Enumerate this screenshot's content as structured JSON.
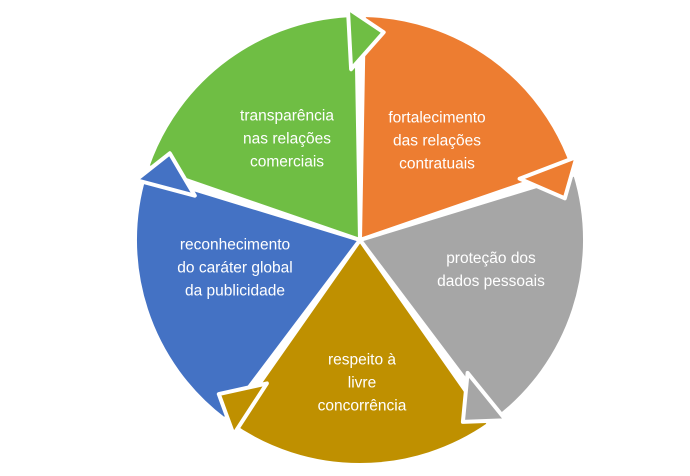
{
  "diagram": {
    "type": "segmented-cycle",
    "direction": "clockwise",
    "background_color": "#ffffff",
    "label_text_color": "#ffffff",
    "segments": [
      {
        "id": "fortalecimento",
        "label": "fortalecimento das relações contratuais",
        "lines": [
          "fortalecimento",
          "das relações",
          "contratuais"
        ],
        "color": "#ED7D31",
        "position": "top-right"
      },
      {
        "id": "protecao",
        "label": "proteção dos dados pessoais",
        "lines": [
          "proteção dos",
          "dados pessoais"
        ],
        "color": "#A6A6A6",
        "position": "right"
      },
      {
        "id": "respeito",
        "label": "respeito à livre concorrência",
        "lines": [
          "respeito à",
          "livre",
          "concorrência"
        ],
        "color": "#BF9000",
        "position": "bottom"
      },
      {
        "id": "reconhecimento",
        "label": "reconhecimento do caráter global da publicidade",
        "lines": [
          "reconhecimento",
          "do caráter global",
          "da publicidade"
        ],
        "color": "#4472C4",
        "position": "left"
      },
      {
        "id": "transparencia",
        "label": "transparência nas relações comerciais",
        "lines": [
          "transparência",
          "nas relações",
          "comerciais"
        ],
        "color": "#6FBE44",
        "position": "top-left"
      }
    ]
  }
}
